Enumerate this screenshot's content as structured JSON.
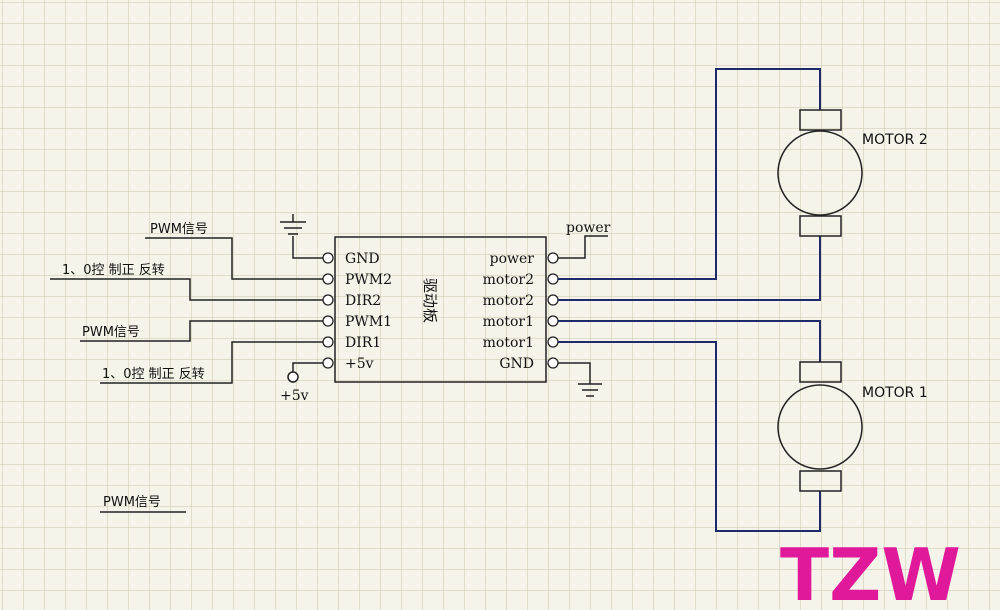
{
  "board": {
    "name": "驱动板",
    "left_pins": [
      "GND",
      "PWM2",
      "DIR2",
      "PWM1",
      "DIR1",
      "+5v"
    ],
    "right_pins": [
      "power",
      "motor2",
      "motor2",
      "motor1",
      "motor1",
      "GND"
    ]
  },
  "signals": {
    "pwm_top": "PWM信号",
    "dir_top": "1、0控 制正 反转",
    "pwm_mid": "PWM信号",
    "dir_bottom": "1、0控 制正 反转",
    "pwm_lone": "PWM信号"
  },
  "supply": {
    "power": "power",
    "plus5v": "+5v"
  },
  "motors": {
    "motor2": "MOTOR 2",
    "motor1": "MOTOR 1"
  },
  "watermark": "TZW",
  "colors": {
    "background": "#f5f4ea",
    "grid": "#c9c6a8",
    "wire": "#1f2a6b",
    "watermark": "#e0189a"
  }
}
